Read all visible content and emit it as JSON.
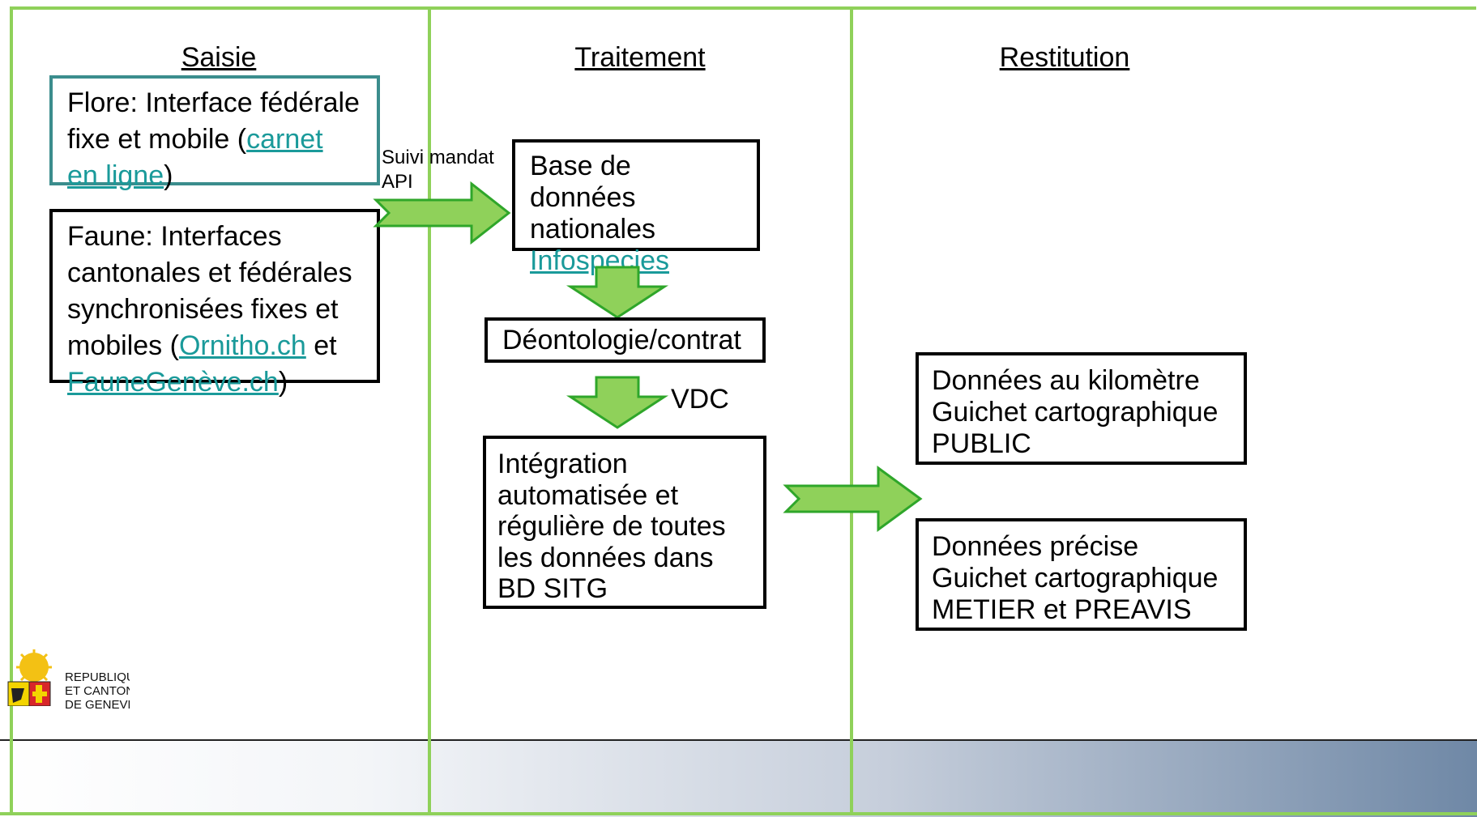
{
  "columns": {
    "saisie": "Saisie",
    "traitement": "Traitement",
    "restitution": "Restitution"
  },
  "flore": {
    "text1": "Flore: Interface fédérale",
    "text2": "fixe et mobile (",
    "link": "carnet en ligne",
    "text3": ")"
  },
  "faune": {
    "text1": "Faune: Interfaces cantonales et fédérales synchronisées fixes et mobiles (",
    "link1": "Ornitho.ch",
    "text2": " et ",
    "link2": "FauneGenève.ch",
    "text3": ")"
  },
  "arrow_label": {
    "line1": "Suivi mandat",
    "line2": "API"
  },
  "bdn": {
    "text": "Base de données nationales",
    "link": "Infospecies"
  },
  "deonto": "Déontologie/contrat",
  "vdc": "VDC",
  "integration": "Intégration automatisée et régulière de toutes les données dans BD SITG",
  "public_box": {
    "line1": "Données au kilomètre",
    "line2": "Guichet cartographique",
    "line3": "PUBLIC"
  },
  "metier_box": {
    "line1": "Données précise",
    "line2": "Guichet cartographique",
    "line3": "METIER et PREAVIS"
  },
  "logo": {
    "line1": "REPUBLIQUE",
    "line2": "ET CANTON",
    "line3": "DE GENEVE"
  },
  "colors": {
    "frame": "#8fd15a",
    "arrow": "#8fd15a",
    "link": "#1a9a9a",
    "teal_border": "#3b8d8d"
  }
}
